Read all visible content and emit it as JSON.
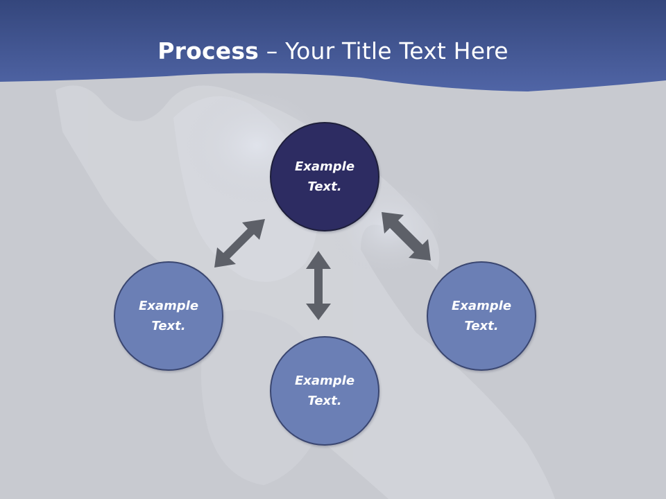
{
  "title": {
    "bold": "Process",
    "rest": " – Your Title Text Here"
  },
  "nodes": {
    "top": "Example\nText.",
    "left": "Example\nText.",
    "right": "Example\nText.",
    "bottom": "Example\nText."
  },
  "colors": {
    "header_band": "#4a5f9e",
    "background": "#c8cad0",
    "node_dark": "#2d2c62",
    "node_light": "#6b7fb5",
    "arrow": "#5d6068"
  },
  "arrows": [
    "bidirectional",
    "bidirectional",
    "bidirectional"
  ]
}
